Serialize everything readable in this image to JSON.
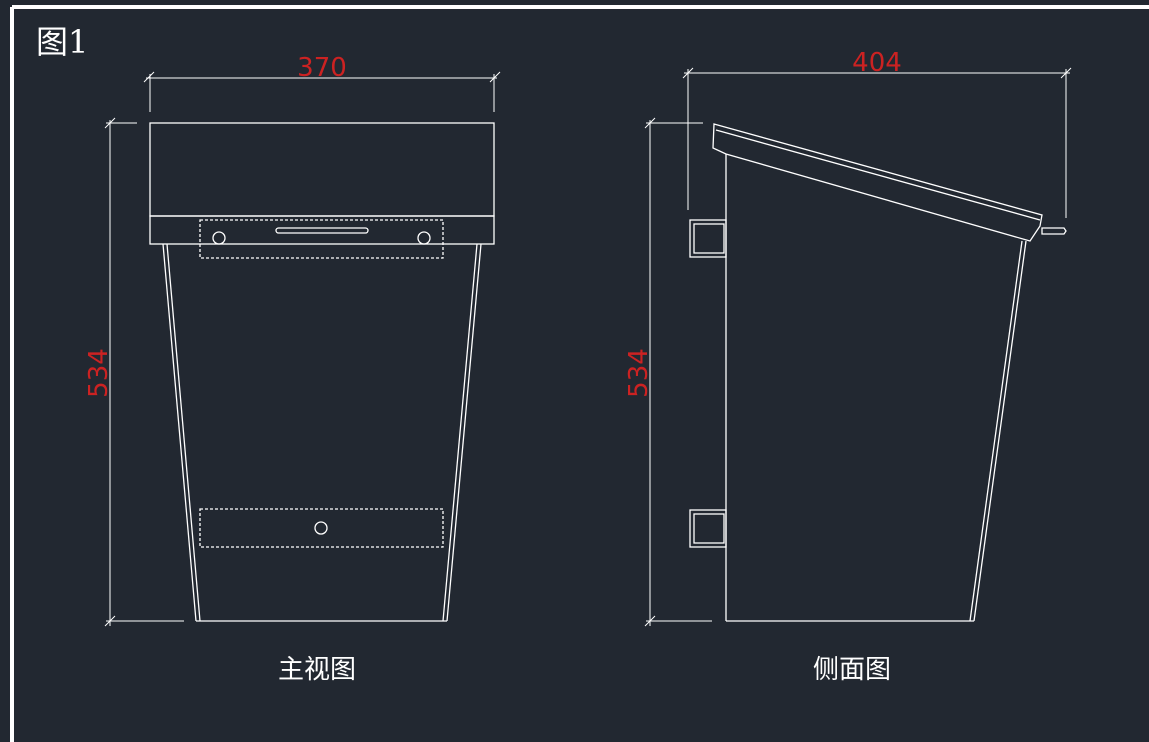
{
  "figure_label": "图1",
  "front_view": {
    "label": "主视图",
    "width_dim": "370",
    "height_dim": "534"
  },
  "side_view": {
    "label": "侧面图",
    "width_dim": "404",
    "height_dim": "534"
  },
  "colors": {
    "background": "#222831",
    "line": "#ffffff",
    "dimension_text": "#cc2222",
    "frame": "#ffffff"
  }
}
